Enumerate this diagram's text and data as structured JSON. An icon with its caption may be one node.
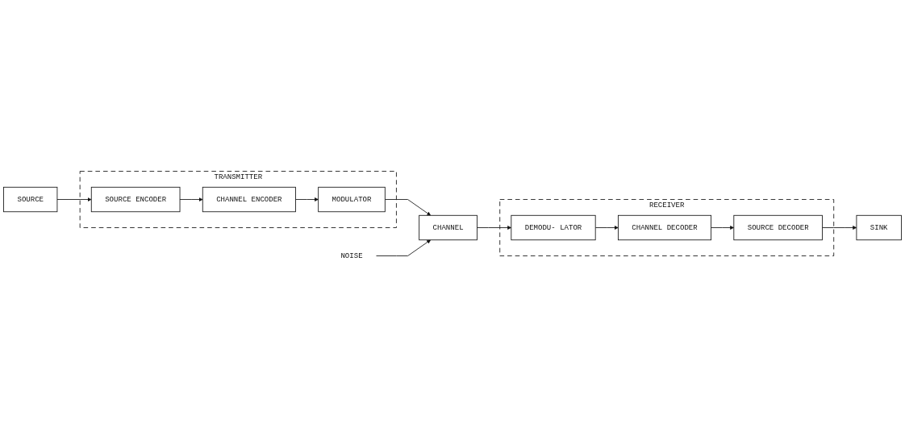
{
  "diagram": {
    "nodes": [
      {
        "text": [
          "SOURCE"
        ]
      },
      {
        "text": [
          "TRANSMITTER"
        ]
      },
      {
        "text": [
          "SOURCE ENCODER"
        ],
        "in": 1
      },
      {
        "text": [
          "CHANNEL ENCODER"
        ],
        "in": 1
      },
      {
        "text": [
          "MODULATOR"
        ],
        "in": 1
      },
      {
        "text": [
          "NOISE"
        ]
      },
      {
        "text": [
          "CHANNEL"
        ]
      },
      {
        "text": [
          "RECEIVER"
        ]
      },
      {
        "text": [
          "DEMODU- LATOR"
        ],
        "in": 7
      },
      {
        "text": [
          "CHANNEL DECODER"
        ],
        "in": 7
      },
      {
        "text": [
          "SOURCE DECODER"
        ],
        "in": 7
      },
      {
        "text": [
          "SINK"
        ]
      }
    ],
    "edges": [
      {
        "from": 0,
        "to": 2,
        "arrow": "to"
      },
      {
        "from": 2,
        "to": 3,
        "arrow": "to"
      },
      {
        "from": 3,
        "to": 4,
        "arrow": "to"
      },
      {
        "from": 4,
        "to": 6,
        "arrow": "to"
      },
      {
        "from": 5,
        "to": 6,
        "arrow": "to"
      },
      {
        "from": 6,
        "to": 8,
        "arrow": "to"
      },
      {
        "from": 8,
        "to": 9,
        "arrow": "to"
      },
      {
        "from": 9,
        "to": 10,
        "arrow": "to"
      },
      {
        "from": 10,
        "to": 11,
        "arrow": "to"
      }
    ]
  }
}
